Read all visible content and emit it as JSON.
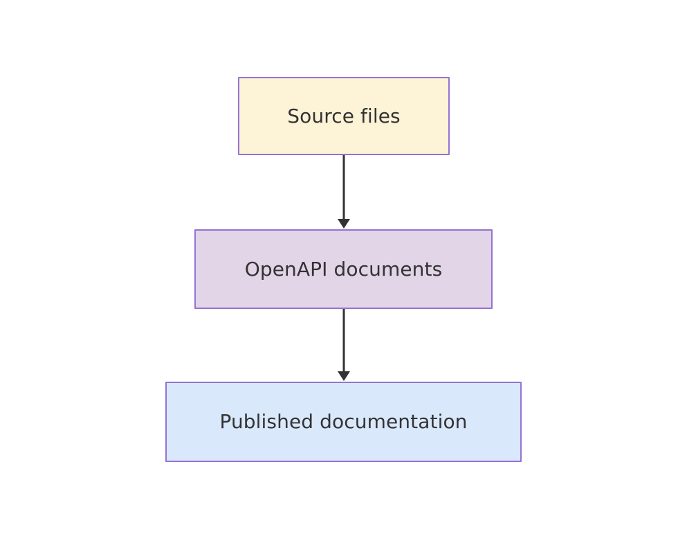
{
  "diagram": {
    "type": "flowchart",
    "direction": "top-to-bottom",
    "background_color": "#ffffff",
    "nodes": [
      {
        "id": "source",
        "label": "Source files",
        "shape": "rectangle",
        "fill_color": "#fdf4d8",
        "border_color": "#9673d3",
        "text_color": "#333333"
      },
      {
        "id": "openapi",
        "label": "OpenAPI documents",
        "shape": "rectangle",
        "fill_color": "#e1d5e7",
        "border_color": "#9673d3",
        "text_color": "#333333"
      },
      {
        "id": "published",
        "label": "Published documentation",
        "shape": "rectangle",
        "fill_color": "#dae8fc",
        "border_color": "#9673d3",
        "text_color": "#333333"
      }
    ],
    "edges": [
      {
        "id": "source-to-openapi",
        "from": "source",
        "to": "openapi",
        "label": "",
        "arrowhead": "filled-triangle",
        "line_color": "#333333"
      },
      {
        "id": "openapi-to-published",
        "from": "openapi",
        "to": "published",
        "label": "",
        "arrowhead": "filled-triangle",
        "line_color": "#333333"
      }
    ]
  }
}
